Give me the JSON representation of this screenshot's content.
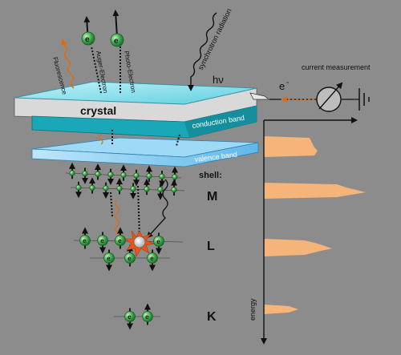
{
  "labels": {
    "crystal": "crystal",
    "conduction_band": "conduction band",
    "valence_band": "valence band",
    "synchrotron_radiation": "synchrotron radiation",
    "hv": "hν",
    "current_measurement": "current measurement",
    "electron_symbol": "e",
    "electron_superscript": "-",
    "fluorescence": "Fluorescence",
    "auger_electron": "Auger-Electron",
    "photo_electron": "Photo-Electron",
    "shell_heading": "shell:",
    "shell_m": "M",
    "shell_l": "L",
    "shell_k": "K",
    "energy_axis": "energy"
  },
  "colors": {
    "background": "#8c8c8c",
    "crystal_top": "#8fe3f0",
    "crystal_side": "#d9d9d9",
    "conduction_band": "#1aa7b8",
    "valence_band": "#7ec9f0",
    "electron": "#3aa84a",
    "peak_fill": "#f5b57a",
    "photon": "#e06a10"
  }
}
